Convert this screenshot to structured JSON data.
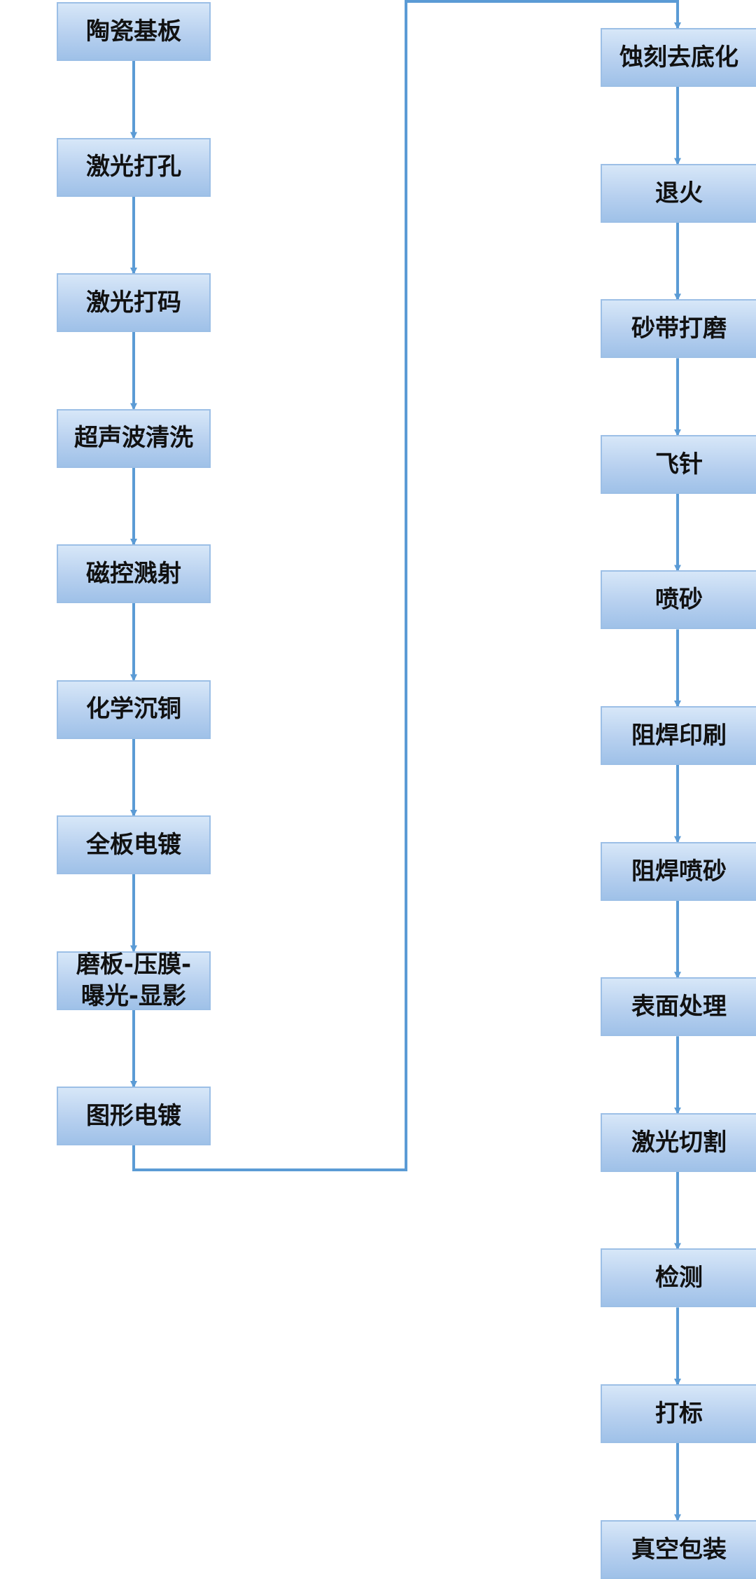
{
  "diagram": {
    "type": "flowchart",
    "line_color": "#5b9bd5",
    "node_fill_top": "#d7e7f8",
    "node_fill_bottom": "#9fc1e8",
    "left_column": [
      {
        "label": "陶瓷基板"
      },
      {
        "label": "激光打孔"
      },
      {
        "label": "激光打码"
      },
      {
        "label": "超声波清洗"
      },
      {
        "label": "磁控溅射"
      },
      {
        "label": "化学沉铜"
      },
      {
        "label": "全板电镀"
      },
      {
        "label": "磨板-压膜-\n曝光-显影"
      },
      {
        "label": "图形电镀"
      }
    ],
    "right_column": [
      {
        "label": "蚀刻去底化"
      },
      {
        "label": "退火"
      },
      {
        "label": "砂带打磨"
      },
      {
        "label": "飞针"
      },
      {
        "label": "喷砂"
      },
      {
        "label": "阻焊印刷"
      },
      {
        "label": "阻焊喷砂"
      },
      {
        "label": "表面处理"
      },
      {
        "label": "激光切割"
      },
      {
        "label": "检测"
      },
      {
        "label": "打标"
      },
      {
        "label": "真空包装"
      }
    ]
  }
}
